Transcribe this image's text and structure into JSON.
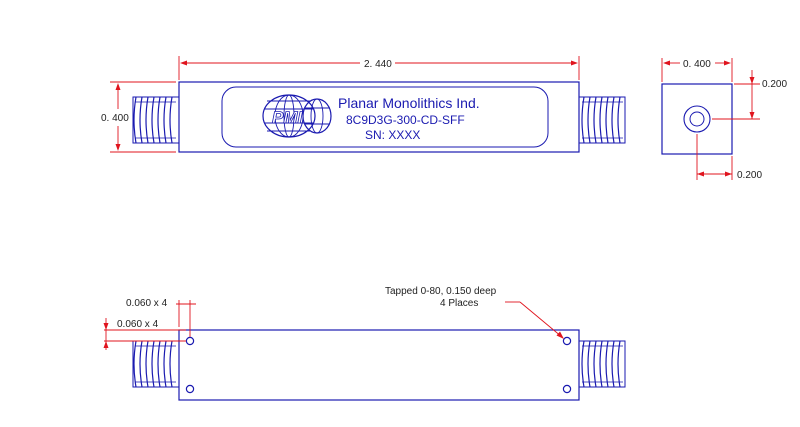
{
  "dimensions": {
    "overall_length": "2. 440",
    "body_height": "0. 400",
    "end_width": "0. 400",
    "end_offset_right": "0.200",
    "end_offset_bottom": "0.200",
    "chamfer_top": "0.060 x 4",
    "chamfer_side": "0.060 x 4"
  },
  "label": {
    "company": "Planar Monolithics Ind.",
    "part_number": "8C9D3G-300-CD-SFF",
    "serial": "SN: XXXX",
    "logo": "PMI"
  },
  "notes": {
    "tapped_line1": "Tapped 0-80, 0.150 deep",
    "tapped_line2": "4 Places"
  },
  "colors": {
    "outline": "#1a1ab0",
    "dimension": "#e0141e",
    "text": "#222222"
  }
}
